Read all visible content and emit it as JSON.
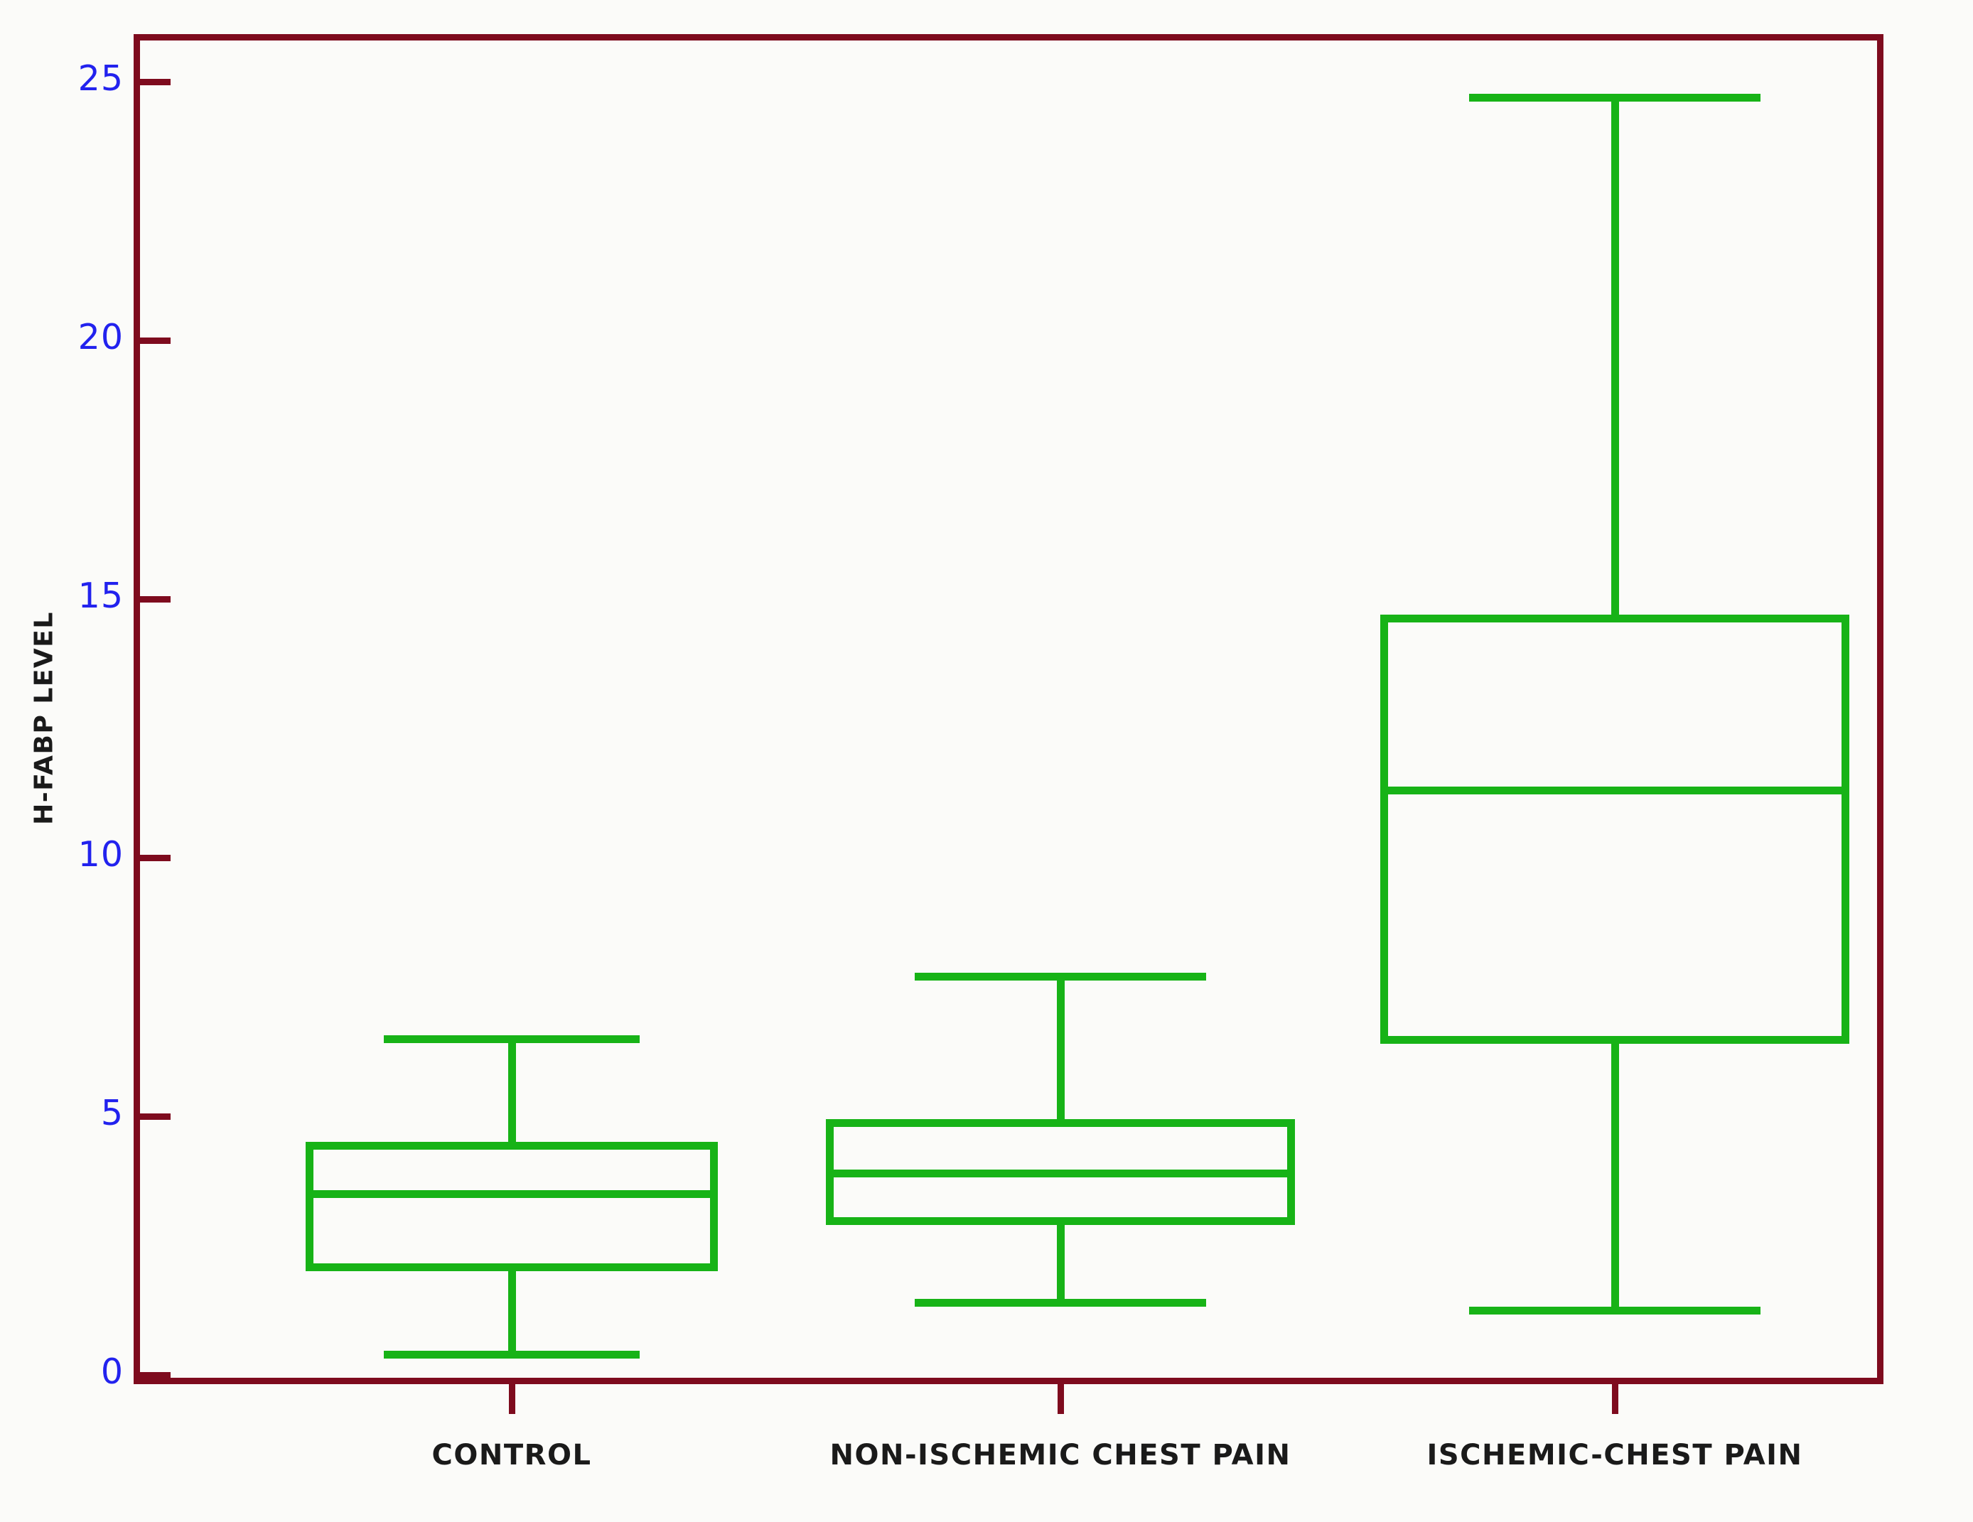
{
  "axes": {
    "y_title": "H-FABP LEVEL",
    "y_ticks": [
      "25",
      "20",
      "15",
      "10",
      "5",
      "0"
    ],
    "y_tick_values": [
      25,
      20,
      15,
      10,
      5,
      0
    ],
    "tick_color": "#2222ee",
    "frame_color": "#7e0b1e",
    "series_color": "#17b317",
    "background": "#fbfbf9"
  },
  "chart_data": {
    "type": "box",
    "title": "",
    "xlabel": "",
    "ylabel": "H-FABP LEVEL",
    "ylim": [
      0,
      25.6
    ],
    "yticks": [
      0,
      5,
      10,
      15,
      20,
      25
    ],
    "grid": false,
    "legend": "none",
    "categories": [
      "CONTROL",
      "NON-ISCHEMIC  CHEST  PAIN",
      "ISCHEMIC-CHEST  PAIN"
    ],
    "boxes": [
      {
        "category": "CONTROL",
        "whisker_low": 0.4,
        "q1": 2.0,
        "median": 3.5,
        "q3": 4.5,
        "whisker_high": 6.5
      },
      {
        "category": "NON-ISCHEMIC  CHEST  PAIN",
        "whisker_low": 1.4,
        "q1": 2.9,
        "median": 3.9,
        "q3": 4.95,
        "whisker_high": 7.7
      },
      {
        "category": "ISCHEMIC-CHEST  PAIN",
        "whisker_low": 1.25,
        "q1": 6.4,
        "median": 11.3,
        "q3": 14.7,
        "whisker_high": 24.7
      }
    ]
  }
}
